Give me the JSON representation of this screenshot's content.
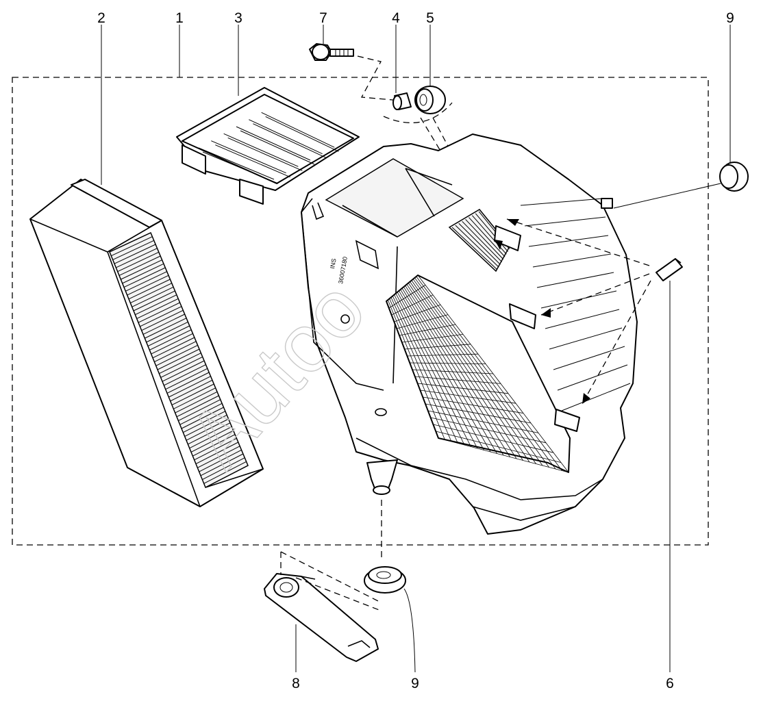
{
  "callouts": [
    {
      "id": "c1",
      "label": "1"
    },
    {
      "id": "c2",
      "label": "2"
    },
    {
      "id": "c3",
      "label": "3"
    },
    {
      "id": "c4",
      "label": "4"
    },
    {
      "id": "c5",
      "label": "5"
    },
    {
      "id": "c6",
      "label": "6"
    },
    {
      "id": "c7",
      "label": "7"
    },
    {
      "id": "c8",
      "label": "8"
    },
    {
      "id": "c9a",
      "label": "9"
    },
    {
      "id": "c9b",
      "label": "9"
    }
  ],
  "housing_stamp": [
    "INS",
    "36007180"
  ],
  "watermark": "Autoo"
}
